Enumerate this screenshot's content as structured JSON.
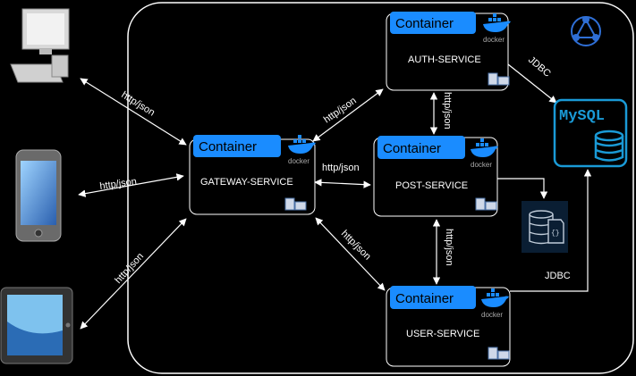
{
  "labels": {
    "container": "Container",
    "docker": "docker",
    "http_json": "http/json",
    "jdbc": "JDBC",
    "mysql": "MySQL"
  },
  "services": {
    "gateway": "GATEWAY-SERVICE",
    "auth": "AUTH-SERVICE",
    "post": "POST-SERVICE",
    "user": "USER-SERVICE"
  },
  "colors": {
    "background": "#000000",
    "container_tab": "#1a8cff",
    "mysql": "#1a9ad6",
    "line": "#ffffff"
  },
  "icons": [
    "desktop-computer-icon",
    "smartphone-icon",
    "tablet-icon",
    "docker-whale-icon",
    "server-icon",
    "mysql-database-icon",
    "database-file-icon",
    "network-globe-icon"
  ]
}
